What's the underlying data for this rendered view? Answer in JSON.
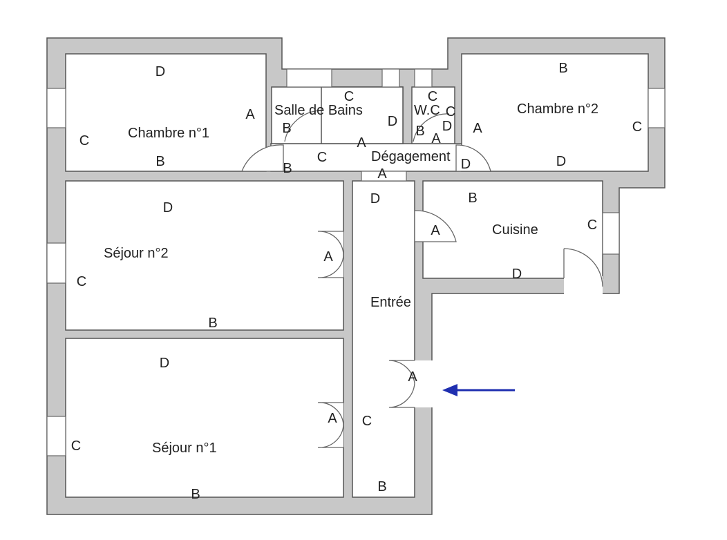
{
  "rooms": {
    "chambre1": "Chambre n°1",
    "salle_de_bains": "Salle de Bains",
    "wc": "W.C",
    "degagement": "Dégagement",
    "chambre2": "Chambre n°2",
    "sejour2": "Séjour n°2",
    "entree": "Entrée",
    "cuisine": "Cuisine",
    "sejour1": "Séjour n°1"
  },
  "letters": [
    "D",
    "A",
    "C",
    "B",
    "C",
    "B",
    "D",
    "A",
    "C",
    "B",
    "C",
    "C",
    "D",
    "B",
    "A",
    "A",
    "D",
    "B",
    "A",
    "C",
    "D",
    "D",
    "C",
    "B",
    "A",
    "D",
    "A",
    "C",
    "B",
    "B",
    "A",
    "C",
    "D",
    "D",
    "A",
    "C",
    "B"
  ],
  "colors": {
    "wall": "#c8c8c8",
    "outline": "#555555",
    "arrow": "#1f2fb0"
  },
  "entrance_arrow": "arrow-left-icon"
}
